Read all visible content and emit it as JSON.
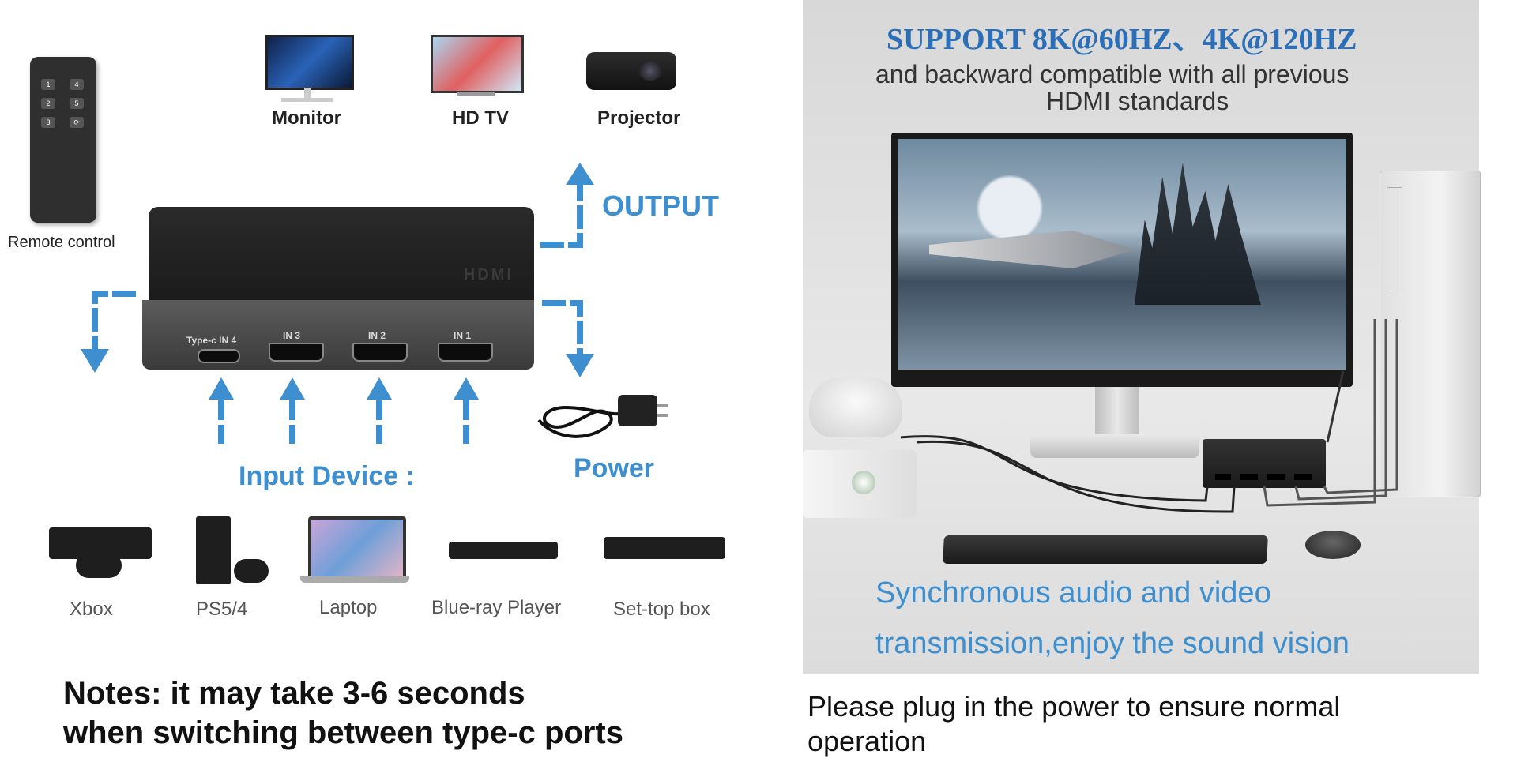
{
  "left": {
    "remote_label": "Remote control",
    "remote_buttons": [
      "1",
      "4",
      "2",
      "5",
      "3",
      "⟳"
    ],
    "outputs": [
      "Monitor",
      "HD TV",
      "Projector"
    ],
    "output_label": "OUTPUT",
    "power_label": "Power",
    "input_label": "Input Device :",
    "ports": [
      "Type-c IN 4",
      "IN 3",
      "IN 2",
      "IN 1"
    ],
    "brand_text": "HDMI",
    "devices": [
      "Xbox",
      "PS5/4",
      "Laptop",
      "Blue-ray Player",
      "Set-top box"
    ],
    "notes_line1": "Notes: it may take 3-6 seconds",
    "notes_line2": "when switching between type-c ports"
  },
  "right": {
    "headline": "SUPPORT 8K@60HZ、4K@120HZ",
    "sub_line1": "and backward compatible with all previous",
    "sub_line2": "HDMI standards",
    "sync_line1": "Synchronous audio and video",
    "sync_line2": "transmission,enjoy the sound vision",
    "caption_line1": "Please plug in the power to ensure normal",
    "caption_line2": "operation"
  },
  "colors": {
    "accent_blue": "#3d8fd0",
    "headline_blue": "#2b6fb8",
    "device_black": "#1e1e1e"
  },
  "icons": [
    "arrow-up-icon",
    "arrow-down-icon",
    "power-adapter-icon",
    "hdmi-port-icon",
    "usb-c-port-icon"
  ]
}
